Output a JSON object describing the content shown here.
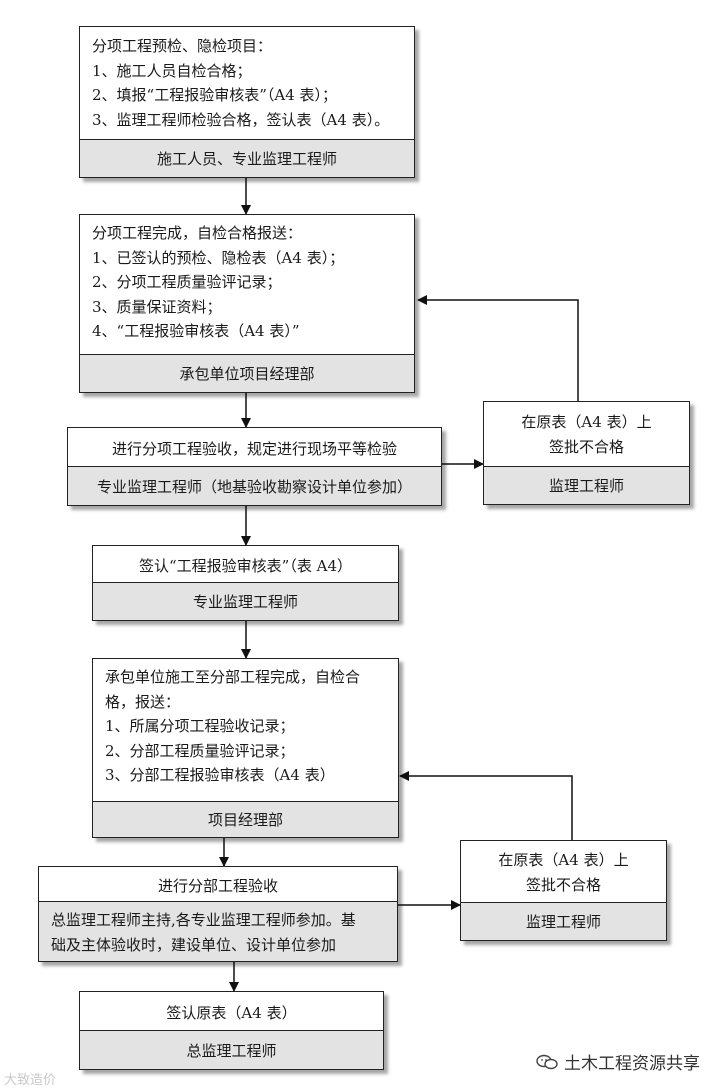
{
  "box1": {
    "lines": [
      "分项工程预检、隐检项目：",
      "1、施工人员自检合格；",
      "2、填报“工程报验审核表”（A4 表）；",
      "3、监理工程师检验合格，签认表（A4 表）。"
    ],
    "footer": "施工人员、专业监理工程师"
  },
  "box2": {
    "lines": [
      "分项工程完成，自检合格报送：",
      "1、已签认的预检、隐检表（A4 表）；",
      "2、分项工程质量验评记录；",
      "3、质量保证资料；",
      "4、“工程报验审核表（A4 表）”"
    ],
    "footer": "承包单位项目经理部"
  },
  "box3": {
    "header": "进行分项工程验收，规定进行现场平等检验",
    "footer": "专业监理工程师（地基验收勘察设计单位参加）"
  },
  "reject1": {
    "lines": [
      "在原表（A4 表）上",
      "签批不合格"
    ],
    "footer": "监理工程师"
  },
  "box4": {
    "header": "签认“工程报验审核表”（表 A4）",
    "footer": "专业监理工程师"
  },
  "box5": {
    "lines": [
      "承包单位施工至分部工程完成，自检合",
      "格，报送：",
      "1、所属分项工程验收记录；",
      "2、分部工程质量验评记录；",
      "3、分部工程报验审核表（A4 表）"
    ],
    "footer": "项目经理部"
  },
  "box6": {
    "header": "进行分部工程验收",
    "footer_lines": [
      "总监理工程师主持,各专业监理工程师参加。基",
      "础及主体验收时，建设单位、设计单位参加"
    ]
  },
  "reject2": {
    "lines": [
      "在原表（A4 表）上",
      "签批不合格"
    ],
    "footer": "监理工程师"
  },
  "box7": {
    "header": "签认原表（A4 表）",
    "footer": "总监理工程师"
  },
  "watermark": {
    "left": "大致造价",
    "right": "土木工程资源共享"
  }
}
